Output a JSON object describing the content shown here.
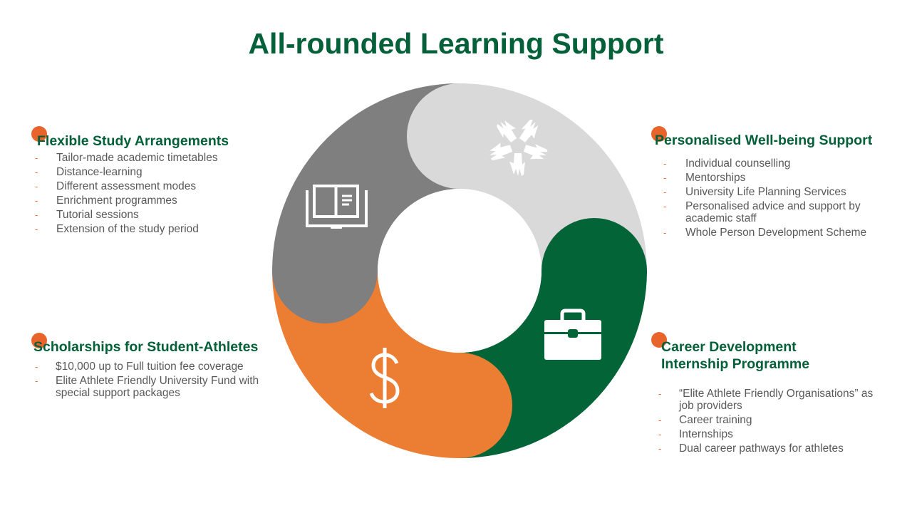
{
  "title": "All-rounded Learning Support",
  "colors": {
    "title_green": "#046038",
    "bullet_orange": "#E8642A",
    "segment_dark_gray": "#7F7F7F",
    "segment_light_gray": "#D9D9D9",
    "segment_green": "#036537",
    "segment_orange": "#EC7E33",
    "body_text": "#595959"
  },
  "ring": {
    "segments": [
      {
        "name": "flexible-study",
        "color": "#7F7F7F",
        "icon": "open-book-icon"
      },
      {
        "name": "well-being",
        "color": "#D9D9D9",
        "icon": "joined-hands-icon"
      },
      {
        "name": "career",
        "color": "#036537",
        "icon": "briefcase-icon"
      },
      {
        "name": "scholarships",
        "color": "#EC7E33",
        "icon": "dollar-icon"
      }
    ]
  },
  "sections": {
    "flexible": {
      "heading": "Flexible Study Arrangements",
      "items": [
        "Tailor-made academic timetables",
        "Distance-learning",
        "Different assessment modes",
        "Enrichment programmes",
        "Tutorial sessions",
        "Extension of the study period"
      ]
    },
    "wellbeing": {
      "heading": "Personalised Well-being Support",
      "items": [
        "Individual counselling",
        "Mentorships",
        "University Life Planning Services",
        "Personalised advice and support by academic staff",
        "Whole Person Development Scheme"
      ]
    },
    "scholarships": {
      "heading": "Scholarships for Student-Athletes",
      "items": [
        "$10,000 up to Full tuition fee coverage",
        "Elite Athlete Friendly University Fund with special support packages"
      ]
    },
    "career": {
      "heading_line1": "Career Development",
      "heading_line2": "Internship Programme",
      "items": [
        "“Elite Athlete Friendly Organisations” as job providers",
        "Career training",
        "Internships",
        "Dual career pathways for athletes"
      ]
    }
  },
  "bullet_glyph": "-"
}
